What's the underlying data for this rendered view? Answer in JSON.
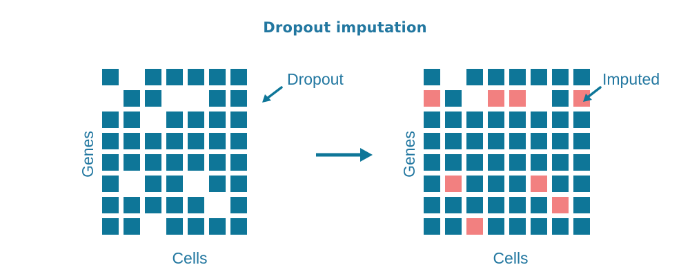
{
  "title": "Dropout  imputation",
  "left_panel": {
    "ylabel": "Genes",
    "xlabel": "Cells",
    "annotation": "Dropout",
    "matrix": [
      "1011111",
      "0110011",
      "1101111",
      "1111111",
      "1111111",
      "1011011",
      "1111101",
      "1101111"
    ]
  },
  "right_panel": {
    "ylabel": "Genes",
    "xlabel": "Cells",
    "annotation": "Imputed",
    "matrix": [
      "10111111",
      "21022012",
      "11111111",
      "11111111",
      "11111111",
      "12111211",
      "11111121",
      "11211111"
    ]
  },
  "colors": {
    "observed": "#0e7698",
    "imputed": "#f28080",
    "text": "#2277a0",
    "arrow": "#0e7698"
  }
}
